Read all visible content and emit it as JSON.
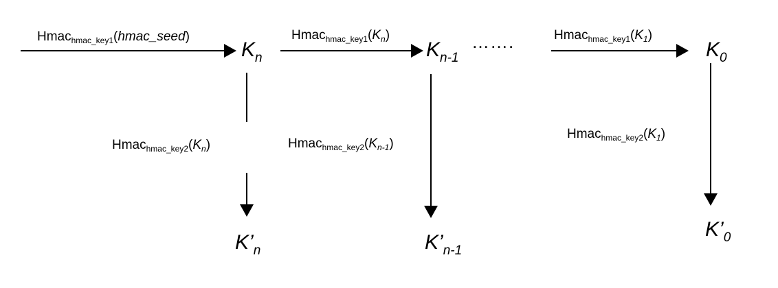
{
  "hmac": "Hmac",
  "key1": "hmac_key1",
  "key2": "hmac_key2",
  "seed": "hmac_seed",
  "open_paren": "(",
  "close_paren": ")",
  "K": "K",
  "K_prime": "K’",
  "sub_n": "n",
  "sub_n_minus_1": "n-1",
  "sub_0": "0",
  "sub_1": "1",
  "ellipsis": "……."
}
